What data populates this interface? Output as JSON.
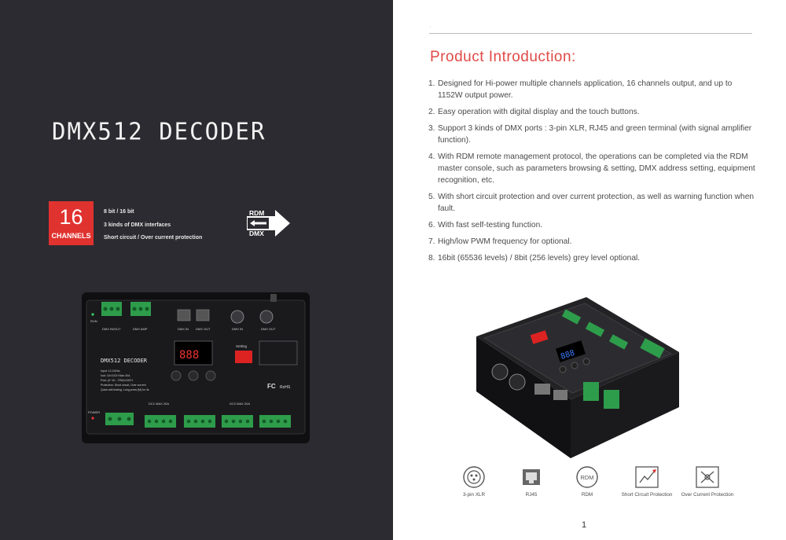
{
  "left_panel": {
    "title": "DMX512 DECODER",
    "channels_badge": {
      "number": "16",
      "label": "CHANNELS"
    },
    "features": [
      "8 bit / 16 bit",
      "3 kinds of DMX interfaces",
      "Short circuit / Over current protection"
    ],
    "protocol_badge": {
      "top": "RDM",
      "bottom": "DMX"
    },
    "device_labels": {
      "model": "DMX512  DECODER",
      "specs": [
        "Input:  12-24Vdc",
        "Iout:   16×10CH  Max 40A",
        "Pout:   (0~1K...72W)×16CH",
        "Protection:  Short circuit, Over current",
        "Quick self-testing: Long press [M] for 3s"
      ],
      "port_labels": [
        "DMX IN/OUT",
        "DMX AMP",
        "DMX IN",
        "DMX OUT",
        "DMX IN",
        "DMX OUT"
      ],
      "power_label": "POWER",
      "run_label": "RUN",
      "setting_label": "Setting",
      "rohs": "RoHS",
      "fc": "FC",
      "terminal_groups": [
        "DC1  MAX 20A",
        "DC2  MAX 20A"
      ]
    }
  },
  "right_panel": {
    "section_title": "Product Introduction:",
    "items": [
      {
        "num": "1.",
        "text": "Designed for Hi-power multiple channels application, 16 channels output, and up to 1152W output power."
      },
      {
        "num": "2.",
        "text": "Easy operation with digital display and the touch buttons."
      },
      {
        "num": "3.",
        "text": "Support 3 kinds of DMX ports : 3-pin XLR, RJ45 and green terminal (with signal amplifier function)."
      },
      {
        "num": "4.",
        "text": "With RDM remote management protocol, the operations can be completed via the RDM master console, such as parameters browsing & setting, DMX address setting, equipment recognition, etc."
      },
      {
        "num": "5.",
        "text": "With short circuit protection and over current protection, as well as warning function when fault."
      },
      {
        "num": "6.",
        "text": "With fast self-testing function."
      },
      {
        "num": "7.",
        "text": "High/low PWM frequency for optional."
      },
      {
        "num": "8.",
        "text": "16bit (65536 levels) / 8bit (256 levels) grey level optional."
      }
    ],
    "feature_icons": [
      {
        "icon": "xlr-connector-icon",
        "caption": "3-pin XLR"
      },
      {
        "icon": "rj45-port-icon",
        "caption": "RJ45"
      },
      {
        "icon": "rdm-icon",
        "caption": "RDM",
        "glyph": "RDM"
      },
      {
        "icon": "short-circuit-icon",
        "caption": "Short Circuit Protection"
      },
      {
        "icon": "over-current-icon",
        "caption": "Over Current Protection"
      }
    ],
    "page_number": "1"
  },
  "colors": {
    "left_bg": "#2b2b31",
    "accent_red": "#e0322f",
    "title_red": "#e04a46",
    "terminal_green": "#2e9d4b",
    "text_gray": "#4a4a4a"
  }
}
